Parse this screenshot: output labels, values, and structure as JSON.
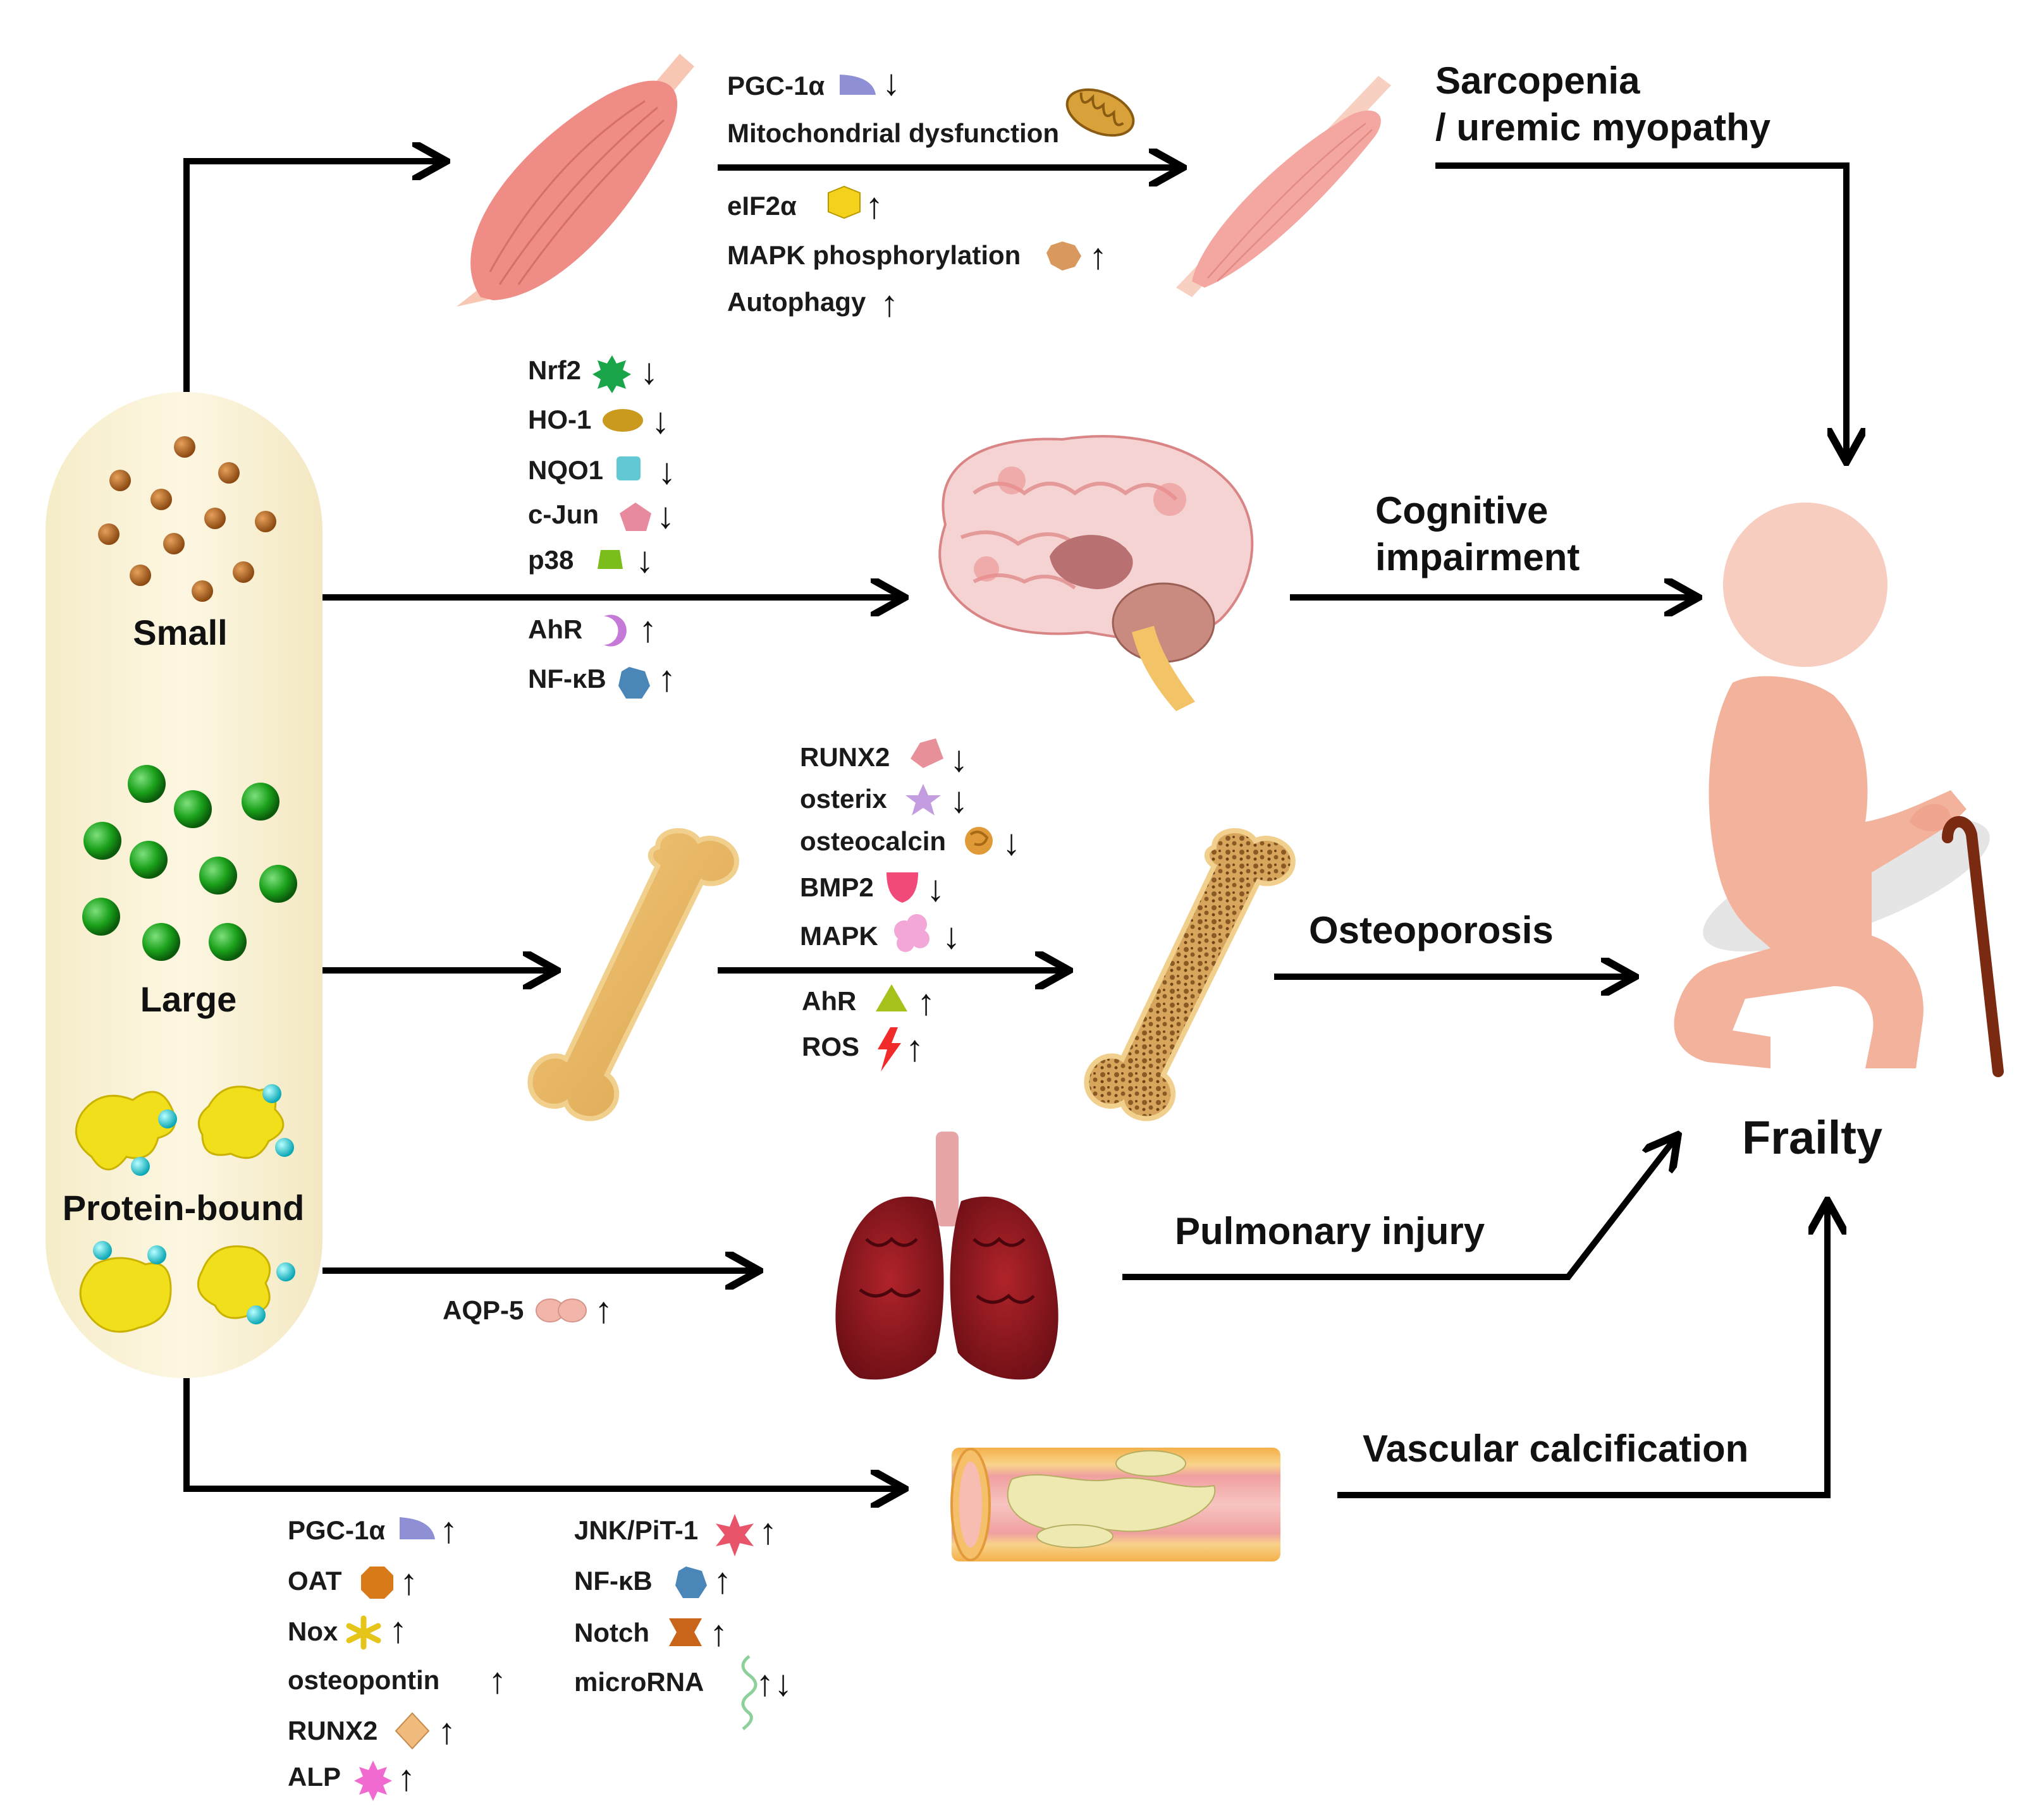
{
  "categories": {
    "small": "Small",
    "large": "Large",
    "protein_bound": "Protein-bound"
  },
  "outcomes": {
    "sarcopenia_1": "Sarcopenia",
    "sarcopenia_2": "/ uremic myopathy",
    "cognitive_1": "Cognitive",
    "cognitive_2": "impairment",
    "osteoporosis": "Osteoporosis",
    "pulmonary": "Pulmonary injury",
    "vascular": "Vascular calcification",
    "frailty": "Frailty"
  },
  "muscle": {
    "m1": "PGC-1α",
    "m1_dir": "↓",
    "m2": "Mitochondrial dysfunction",
    "m3": "eIF2α",
    "m3_dir": "↑",
    "m4": "MAPK phosphorylation",
    "m4_dir": "↑",
    "m5": "Autophagy",
    "m5_dir": "↑"
  },
  "brain": {
    "b1": "Nrf2",
    "b1_dir": "↓",
    "b2": "HO-1",
    "b2_dir": "↓",
    "b3": "NQO1",
    "b3_dir": "↓",
    "b4": "c-Jun",
    "b4_dir": "↓",
    "b5": "p38",
    "b5_dir": "↓",
    "b6": "AhR",
    "b6_dir": "↑",
    "b7": "NF-κB",
    "b7_dir": "↑"
  },
  "bone": {
    "o1": "RUNX2",
    "o1_dir": "↓",
    "o2": "osterix",
    "o2_dir": "↓",
    "o3": "osteocalcin",
    "o3_dir": "↓",
    "o4": "BMP2",
    "o4_dir": "↓",
    "o5": "MAPK",
    "o5_dir": "↓",
    "o6": "AhR",
    "o6_dir": "↑",
    "o7": "ROS",
    "o7_dir": "↑"
  },
  "lung": {
    "l1": "AQP-5",
    "l1_dir": "↑"
  },
  "vessel": {
    "v1": "PGC-1α",
    "v1_dir": "↑",
    "v2": "OAT",
    "v2_dir": "↑",
    "v3": "Nox",
    "v3_dir": "↑",
    "v4": "osteopontin",
    "v4_dir": "↑",
    "v5": "RUNX2",
    "v5_dir": "↑",
    "v6": "ALP",
    "v6_dir": "↑",
    "v7": "JNK/PiT-1",
    "v7_dir": "↑",
    "v8": "NF-κB",
    "v8_dir": "↑",
    "v9": "Notch",
    "v9_dir": "↑",
    "v10": "microRNA",
    "v10_dir": "↑↓"
  }
}
